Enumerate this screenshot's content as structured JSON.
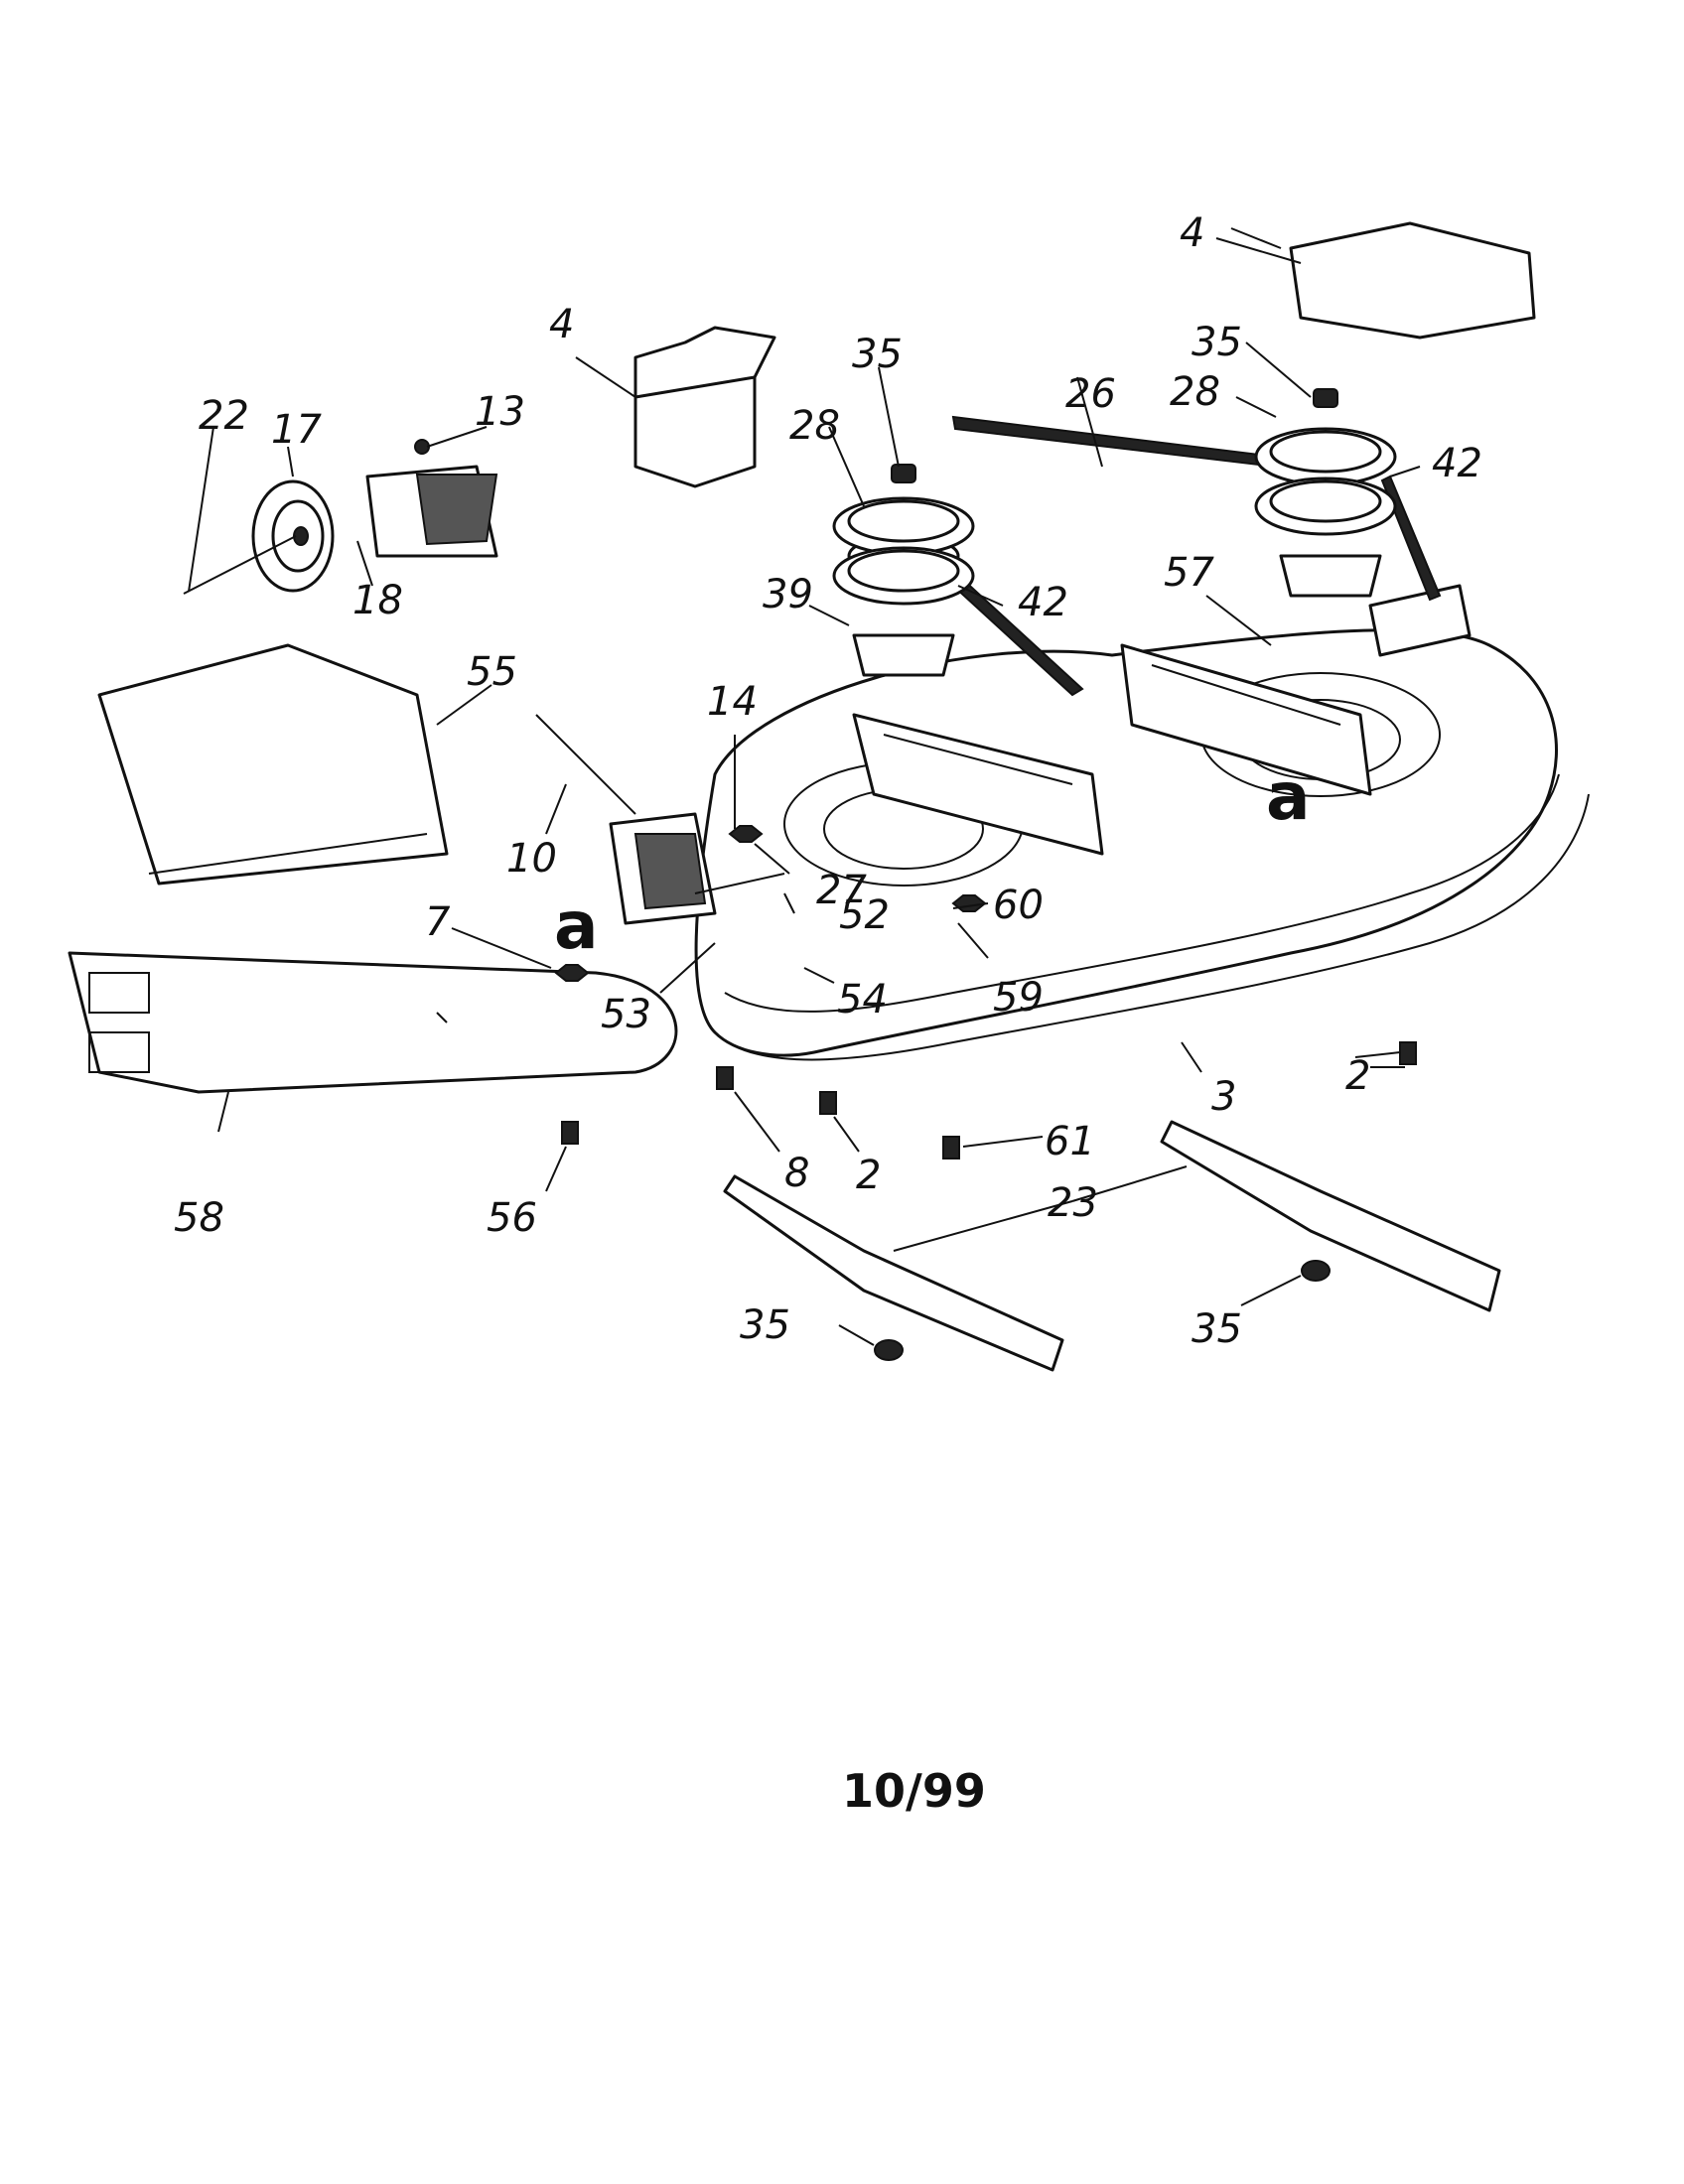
{
  "diagram": {
    "callouts": {
      "c4_left": "4",
      "c4_right": "4",
      "c35_top_left": "35",
      "c35_top_right": "35",
      "c28_left": "28",
      "c28_right": "28",
      "c26": "26",
      "c42_left": "42",
      "c42_right": "42",
      "c39": "39",
      "c57": "57",
      "c22": "22",
      "c17": "17",
      "c13": "13",
      "c18": "18",
      "c55": "55",
      "c14": "14",
      "c10": "10",
      "c27": "27",
      "c7": "7",
      "c52": "52",
      "c60": "60",
      "c53": "53",
      "c54": "54",
      "c59": "59",
      "c8": "8",
      "c2_left": "2",
      "c2_right": "2",
      "c61": "61",
      "c3": "3",
      "c58": "58",
      "c56": "56",
      "c23": "23",
      "c35_bottom_left": "35",
      "c35_bottom_right": "35"
    },
    "reference_letters": {
      "a_left": "a",
      "a_right": "a"
    },
    "date_code": "10/99"
  }
}
